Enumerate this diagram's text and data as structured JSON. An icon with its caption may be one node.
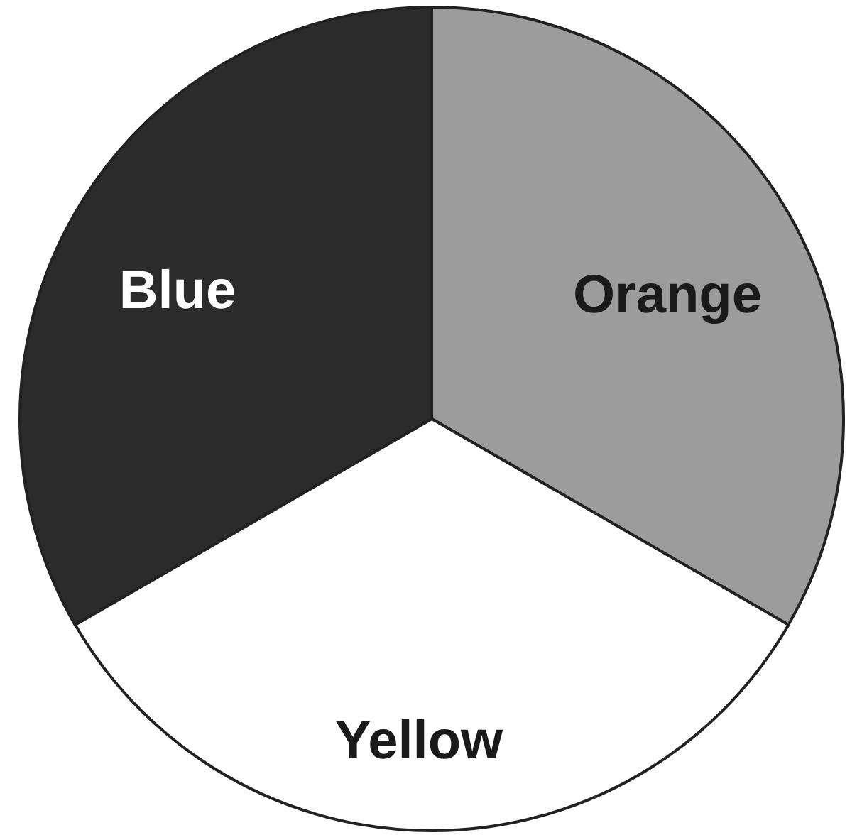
{
  "diagram": {
    "nodes": [
      {
        "text": [
          "Blue"
        ]
      },
      {
        "text": [
          "Orange"
        ]
      },
      {
        "text": [
          "Yellow"
        ]
      }
    ]
  }
}
